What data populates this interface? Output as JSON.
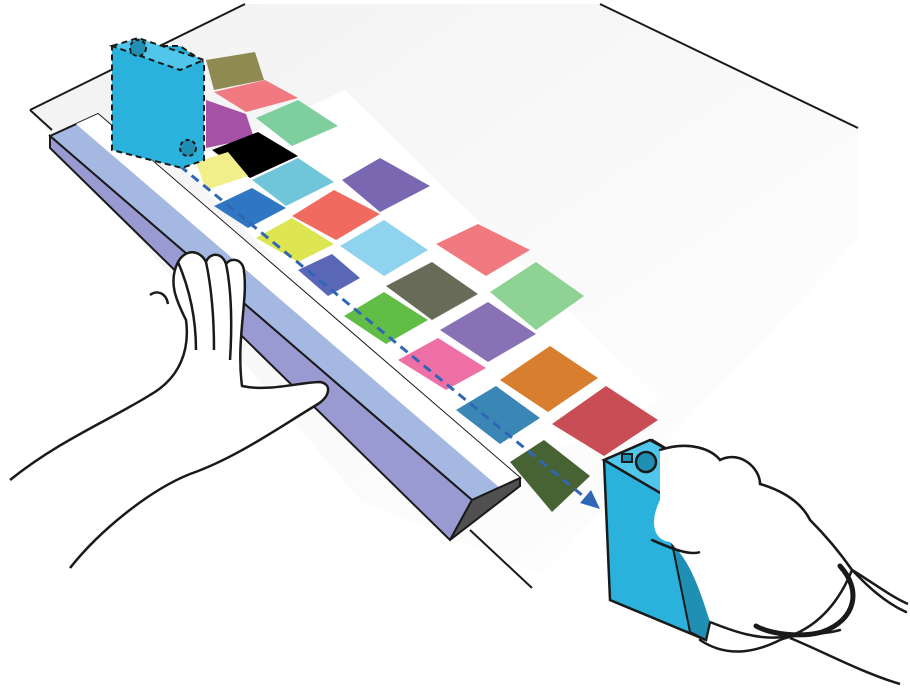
{
  "illustration": {
    "subject": "",
    "colors": {
      "outline": "#1a1a1a",
      "paper": "#ffffff",
      "paper_shade": "#eeeeee",
      "ruler_face": "#a4b8e2",
      "ruler_edge": "#9a9ad2",
      "ruler_strip": "#ffffff",
      "device_body": "#2ab2dc",
      "device_dark": "#1f8fb4",
      "device_light": "#4fc6ea",
      "scan_arrow": "#2f67b6"
    },
    "patches_upper": [
      {
        "icon": "color-patch",
        "color": "#8e8a52"
      },
      {
        "icon": "color-patch",
        "color": "#f07a80"
      },
      {
        "icon": "color-patch",
        "color": "#a552a6"
      },
      {
        "icon": "color-patch",
        "color": "#7fcf9e"
      },
      {
        "icon": "color-patch",
        "color": "#000000"
      },
      {
        "icon": "color-patch",
        "color": "#f0ef8a"
      },
      {
        "icon": "color-patch",
        "color": "#6ec6d8"
      },
      {
        "icon": "color-patch",
        "color": "#2f77c2"
      },
      {
        "icon": "color-patch",
        "color": "#7a67b2"
      },
      {
        "icon": "color-patch",
        "color": "#f06a5f"
      },
      {
        "icon": "color-patch",
        "color": "#dde650"
      },
      {
        "icon": "color-patch",
        "color": "#8fd3ee"
      },
      {
        "icon": "color-patch",
        "color": "#5a66b6"
      }
    ],
    "patches_lower": [
      {
        "icon": "color-patch",
        "color": "#f07a80"
      },
      {
        "icon": "color-patch",
        "color": "#686b58"
      },
      {
        "icon": "color-patch",
        "color": "#8ed393"
      },
      {
        "icon": "color-patch",
        "color": "#62bd46"
      },
      {
        "icon": "color-patch",
        "color": "#8871b4"
      },
      {
        "icon": "color-patch",
        "color": "#ee6fa6"
      },
      {
        "icon": "color-patch",
        "color": "#d77e2f"
      },
      {
        "icon": "color-patch",
        "color": "#3a86b4"
      },
      {
        "icon": "color-patch",
        "color": "#c94d55"
      },
      {
        "icon": "color-patch",
        "color": "#476233"
      }
    ]
  }
}
